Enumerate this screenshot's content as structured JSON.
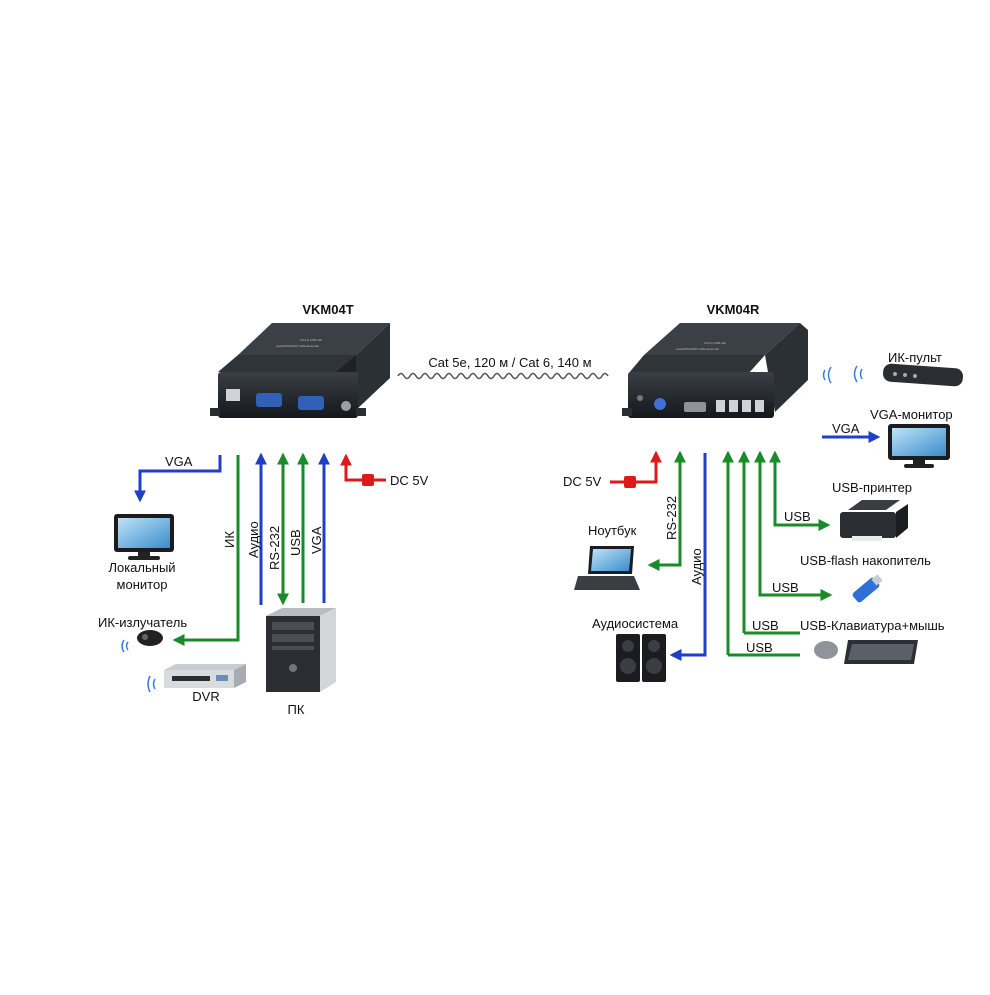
{
  "transmitter": {
    "model": "VKM04T",
    "front_text_1": "VGA & USB with",
    "front_text_2": "Audio/RS232/IR Cat5e Extender"
  },
  "receiver": {
    "model": "VKM04R",
    "front_text_1": "VGA & USB with",
    "front_text_2": "Audio/RS232/IR Cat5e Extender"
  },
  "cable_label": "Cat 5e, 120 м / Cat 6, 140 м",
  "left": {
    "vga": "VGA",
    "local_monitor_line1": "Локальный",
    "local_monitor_line2": "монитор",
    "ir": "ИК",
    "audio": "Аудио",
    "rs232": "RS-232",
    "usb": "USB",
    "vga_vertical": "VGA",
    "dc": "DC 5V",
    "ir_emitter": "ИК-излучатель",
    "dvr": "DVR",
    "pc": "ПК"
  },
  "right": {
    "dc": "DC 5V",
    "rs232": "RS-232",
    "audio": "Аудио",
    "notebook": "Ноутбук",
    "audio_system": "Аудиосистема",
    "ir_remote": "ИК-пульт",
    "vga_monitor": "VGA-монитор",
    "vga": "VGA",
    "usb_printer": "USB-принтер",
    "usb_flash": "USB-flash накопитель",
    "usb_keyboard_mouse": "USB-Клавиатура+мышь",
    "usb_1": "USB",
    "usb_2": "USB",
    "usb_3": "USB",
    "usb_4": "USB"
  },
  "colors": {
    "green": "#1a8a2a",
    "blue": "#1f3fc4",
    "red": "#dd1a1a",
    "device": "#202428"
  }
}
